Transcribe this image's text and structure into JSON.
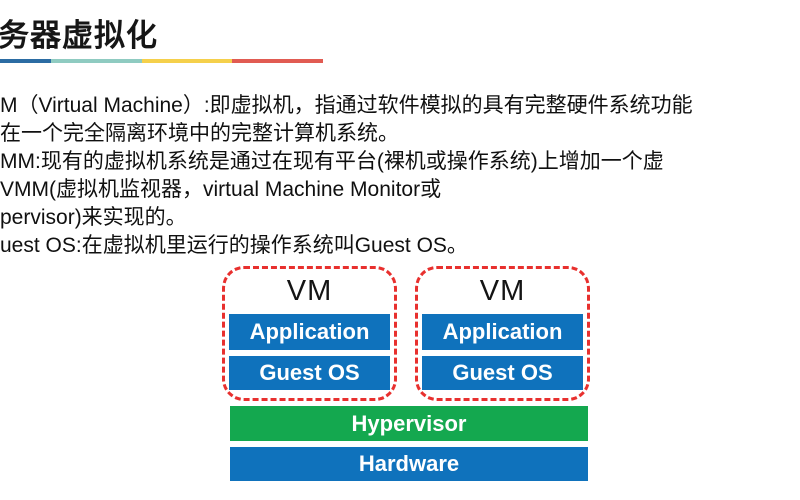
{
  "slide": {
    "title": "务器虚拟化"
  },
  "body": {
    "lines": [
      "M（Virtual Machine）:即虚拟机，指通过软件模拟的具有完整硬件系统功能",
      "在一个完全隔离环境中的完整计算机系统。",
      "MM:现有的虚拟机系统是通过在现有平台(裸机或操作系统)上增加一个虚",
      "VMM(虚拟机监视器，virtual Machine Monitor或",
      "pervisor)来实现的。",
      "uest OS:在虚拟机里运行的操作系统叫Guest OS。"
    ]
  },
  "diagram": {
    "vms": [
      {
        "title": "VM",
        "layers": [
          "Application",
          "Guest OS"
        ]
      },
      {
        "title": "VM",
        "layers": [
          "Application",
          "Guest OS"
        ]
      }
    ],
    "hypervisor_label": "Hypervisor",
    "hardware_label": "Hardware"
  },
  "colors": {
    "accent_blue": "#2B6CA3",
    "accent_teal": "#8FCBC1",
    "accent_yellow": "#F5D04B",
    "accent_red": "#E15B52",
    "box_blue": "#0F72BC",
    "hypervisor_green": "#14A84F",
    "dash_red": "#E8302E",
    "title_text": "#161616",
    "body_text": "#101010"
  }
}
